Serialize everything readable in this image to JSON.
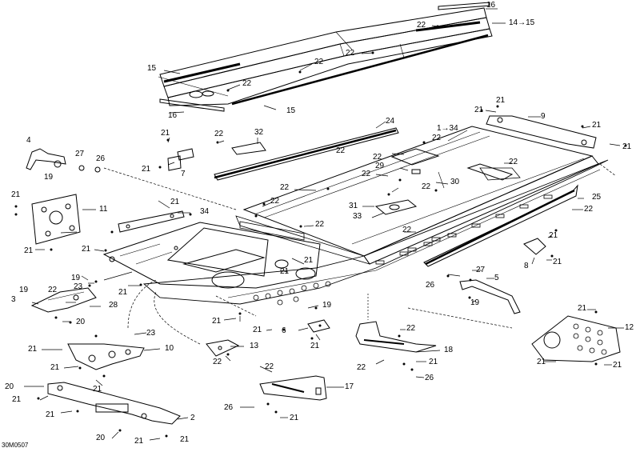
{
  "drawing_code": "30M0507",
  "labels": [
    "1→34",
    "2",
    "3",
    "4",
    "5",
    "6",
    "7",
    "8",
    "9",
    "10",
    "11",
    "12",
    "13",
    "14→15",
    "15",
    "16",
    "17",
    "18",
    "19",
    "20",
    "21",
    "22",
    "23",
    "24",
    "25",
    "26",
    "27",
    "28",
    "29",
    "30",
    "31",
    "32",
    "33",
    "34"
  ]
}
